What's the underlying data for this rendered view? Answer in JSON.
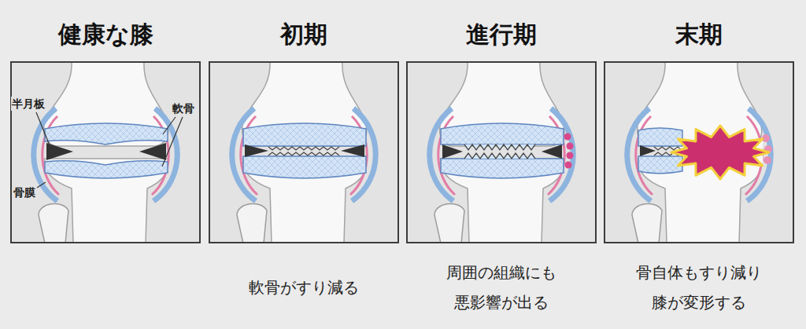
{
  "diagram": {
    "nodes": [
      {
        "text": [
          "健康な膝"
        ]
      },
      {
        "text": [
          "初期",
          "軟骨がすり減る"
        ]
      },
      {
        "text": [
          "進行期",
          "周囲の組織にも 悪影響が出る"
        ]
      },
      {
        "text": [
          "末期",
          "骨自体もすり減り 膝が変形する"
        ]
      }
    ],
    "labels": [
      "半月板",
      "軟骨",
      "骨膜"
    ]
  }
}
